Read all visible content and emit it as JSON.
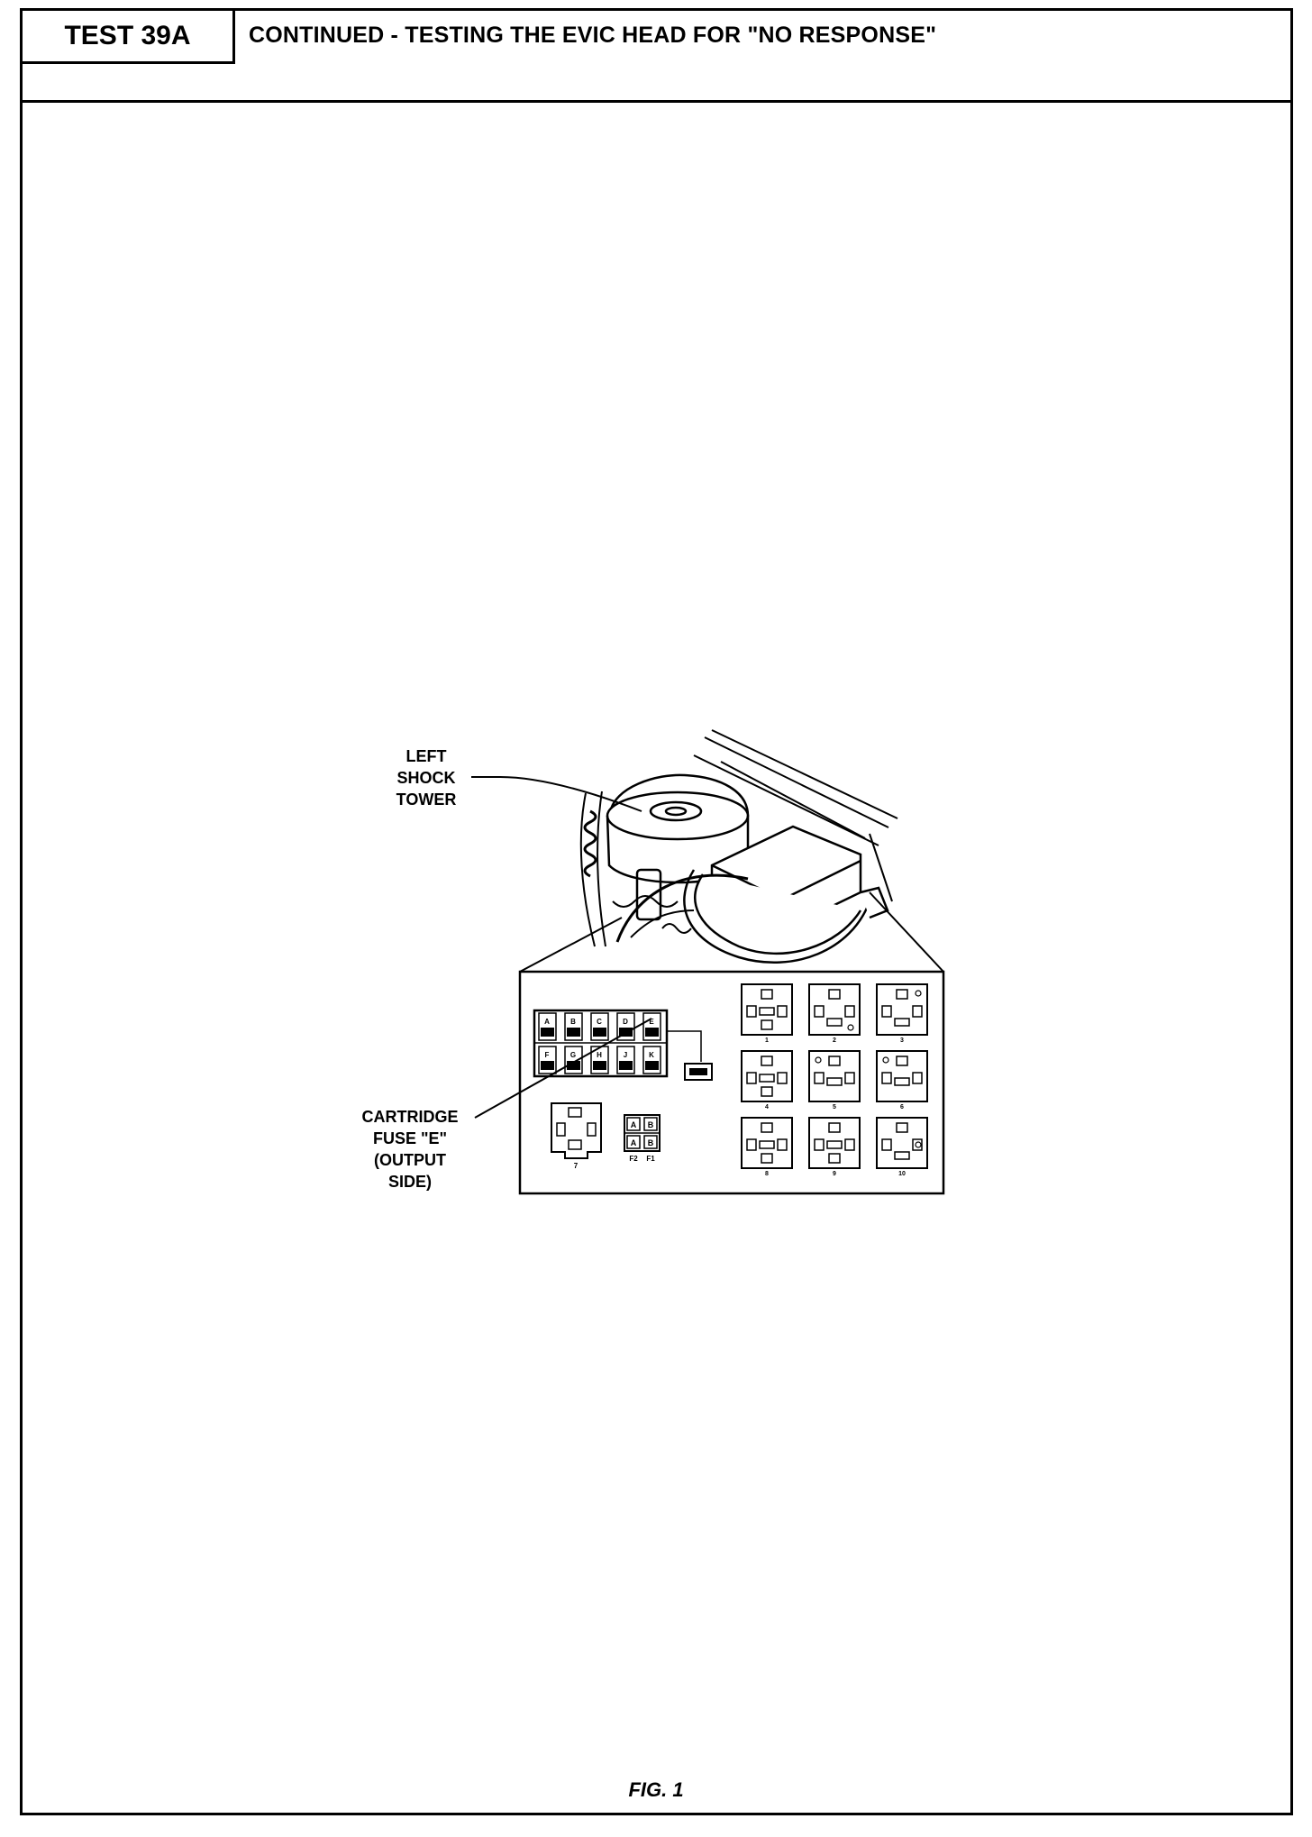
{
  "header": {
    "test_id": "TEST 39A",
    "title": "CONTINUED - TESTING THE EVIC HEAD FOR \"NO RESPONSE\""
  },
  "figure": {
    "caption": "FIG. 1",
    "callouts": {
      "shock_tower": [
        "LEFT",
        "SHOCK",
        "TOWER"
      ],
      "cartridge_fuse": [
        "CARTRIDGE",
        "FUSE \"E\"",
        "(OUTPUT",
        "SIDE)"
      ]
    },
    "fuse_letters_top": [
      "A",
      "B",
      "C",
      "D",
      "E"
    ],
    "fuse_letters_bottom": [
      "F",
      "G",
      "H",
      "J",
      "K"
    ],
    "relay_numbers": [
      "1",
      "2",
      "3",
      "4",
      "5",
      "6",
      "8",
      "9",
      "10"
    ],
    "small_block_label": "7",
    "maxi_fuse_labels": [
      "F2",
      "F1"
    ],
    "maxi_fuse_letters": [
      "A",
      "B",
      "A",
      "B"
    ]
  }
}
